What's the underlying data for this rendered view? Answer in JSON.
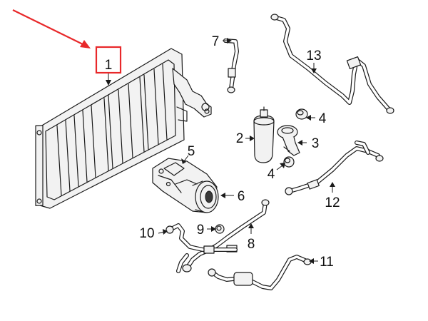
{
  "diagram": {
    "highlight_color": "#e8282a",
    "line_color": "#1a1a1a",
    "callouts": {
      "c1": "1",
      "c2": "2",
      "c3": "3",
      "c4a": "4",
      "c4b": "4",
      "c5": "5",
      "c6": "6",
      "c7": "7",
      "c8": "8",
      "c9": "9",
      "c10": "10",
      "c11": "11",
      "c12": "12",
      "c13": "13"
    },
    "highlighted_callout": "1"
  }
}
